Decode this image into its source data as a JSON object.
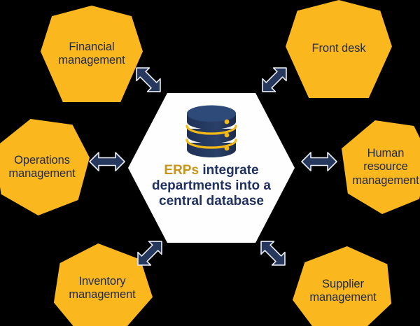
{
  "diagram": {
    "title": "ERPs integrate departments into a central database",
    "center": {
      "icon": "database-icon",
      "text_highlight": "ERPs",
      "text_rest": " integrate departments into a central database",
      "highlight_color": "#C8941C",
      "text_color": "#1F3160",
      "shape": "hexagon",
      "fill": "#FEFEFE"
    },
    "node_fill": "#FBB71E",
    "node_text_color": "#1F2A44",
    "arrow_color": "#27385F",
    "background": "#000000",
    "nodes": [
      {
        "id": "financial-management",
        "label": "Financial\nmanagement",
        "position": "top-left"
      },
      {
        "id": "front-desk",
        "label": "Front desk",
        "position": "top-right"
      },
      {
        "id": "operations-management",
        "label": "Operations\nmanagement",
        "position": "left"
      },
      {
        "id": "human-resource-management",
        "label": "Human\nresource\nmanagement",
        "position": "right"
      },
      {
        "id": "inventory-management",
        "label": "Inventory\nmanagement",
        "position": "bottom-left"
      },
      {
        "id": "supplier-management",
        "label": "Supplier\nmanagement",
        "position": "bottom-right"
      }
    ],
    "connectors": [
      {
        "id": "connector-financial-management",
        "type": "double-arrow",
        "orientation": "diagonal-nwse"
      },
      {
        "id": "connector-front-desk",
        "type": "double-arrow",
        "orientation": "diagonal-nesw"
      },
      {
        "id": "connector-operations-management",
        "type": "double-arrow",
        "orientation": "horizontal"
      },
      {
        "id": "connector-human-resource-management",
        "type": "double-arrow",
        "orientation": "horizontal"
      },
      {
        "id": "connector-inventory-management",
        "type": "double-arrow",
        "orientation": "diagonal-nesw"
      },
      {
        "id": "connector-supplier-management",
        "type": "double-arrow",
        "orientation": "diagonal-nwse"
      }
    ]
  }
}
